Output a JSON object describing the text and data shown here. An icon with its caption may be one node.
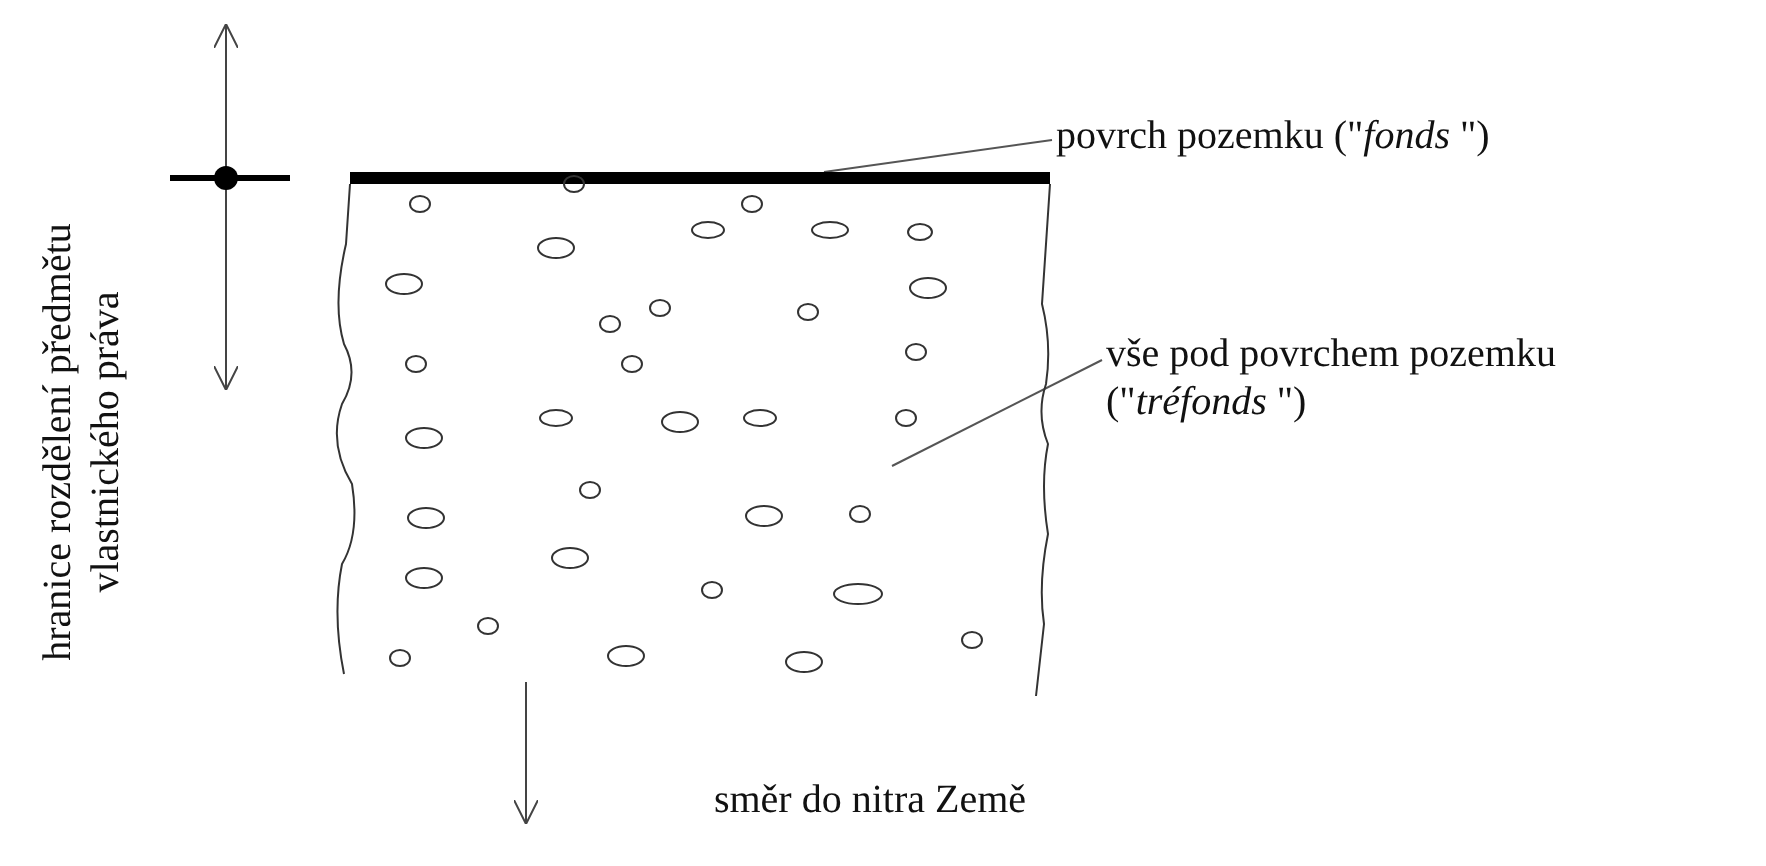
{
  "diagram": {
    "nodes": [
      {
        "text": [
          "povrch pozemku (\"*fonds* \")"
        ]
      },
      {
        "text": [],
        "shape": "bar"
      },
      {
        "text": [
          "vše pod povrchem pozemku (\"*tréfonds* \")"
        ]
      },
      {
        "text": [],
        "shape": "box"
      }
    ],
    "edges": [
      {
        "from": 0,
        "to": 1,
        "arrow": "none"
      },
      {
        "from": 2,
        "to": 3,
        "arrow": "none"
      }
    ],
    "labels": [
      "hranice rozdělení předmětu vlastnického práva",
      "směr do nitra Země"
    ]
  }
}
